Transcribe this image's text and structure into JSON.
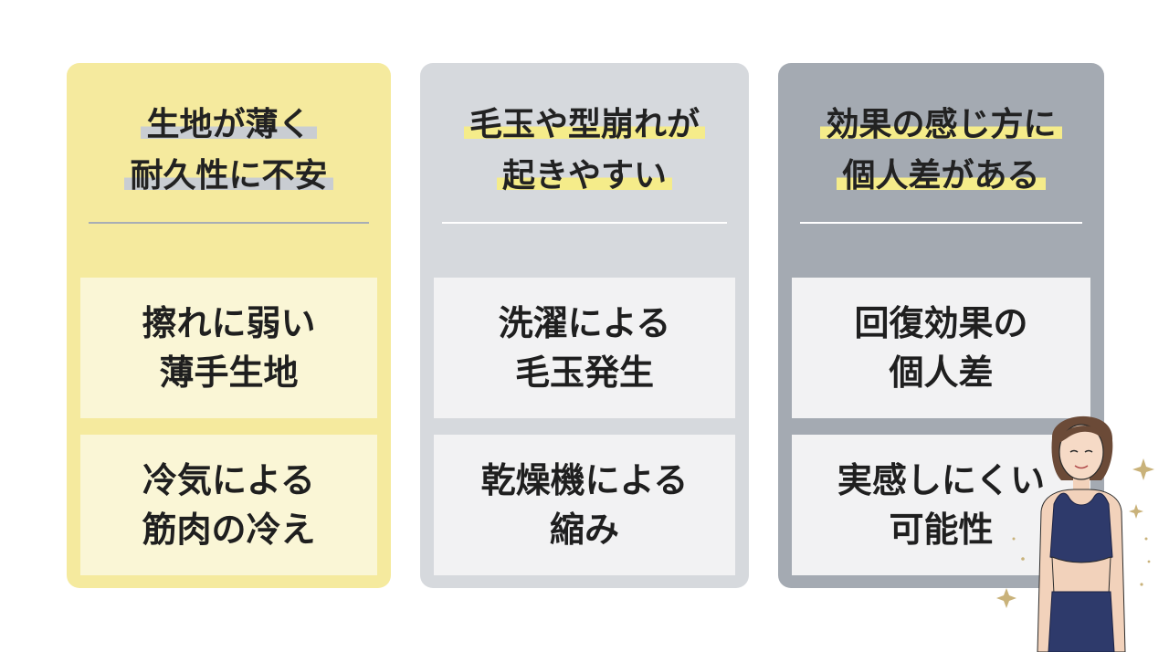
{
  "cards": [
    {
      "title_lines": [
        "生地が薄く",
        "耐久性に不安"
      ],
      "items": [
        "擦れに弱い\n薄手生地",
        "冷気による\n筋肉の冷え"
      ]
    },
    {
      "title_lines": [
        "毛玉や型崩れが",
        "起きやすい"
      ],
      "items": [
        "洗濯による\n毛玉発生",
        "乾燥機による\n縮み"
      ]
    },
    {
      "title_lines": [
        "効果の感じ方に",
        "個人差がある"
      ],
      "items": [
        "回復効果の\n個人差",
        "実感しにくい\n可能性"
      ]
    }
  ],
  "colors": {
    "card1_bg": "#f5ea9e",
    "card2_bg": "#d6d9dd",
    "card3_bg": "#a4aab2",
    "highlight_yellow": "#f5ec8a",
    "highlight_gray": "#c9cdd2"
  },
  "illustration": {
    "icon": "woman-in-sportswear-illustration"
  }
}
